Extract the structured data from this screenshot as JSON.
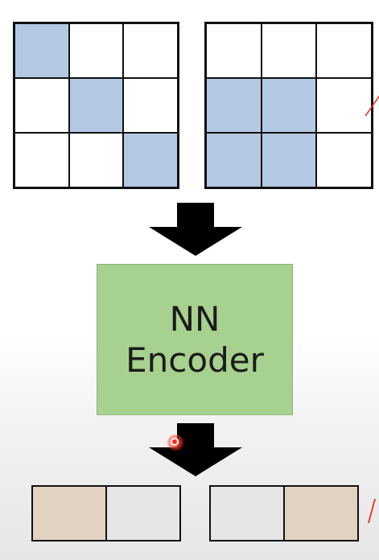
{
  "colors": {
    "grid_fill": "#b4c8e4",
    "encoder_fill": "#a7d18f",
    "vector_fill_active": "#e2d2c2",
    "vector_fill_inactive": "#e6e6e6",
    "arrow": "#000000",
    "annotation": "#e23b2a"
  },
  "input_grids": [
    {
      "pattern": [
        [
          1,
          0,
          0
        ],
        [
          0,
          1,
          0
        ],
        [
          0,
          0,
          1
        ]
      ]
    },
    {
      "pattern": [
        [
          0,
          0,
          0
        ],
        [
          1,
          1,
          0
        ],
        [
          1,
          1,
          0
        ]
      ]
    }
  ],
  "encoder": {
    "line1": "NN",
    "line2": "Encoder"
  },
  "output_vectors": [
    {
      "pattern": [
        1,
        0
      ]
    },
    {
      "pattern": [
        0,
        1
      ]
    }
  ]
}
